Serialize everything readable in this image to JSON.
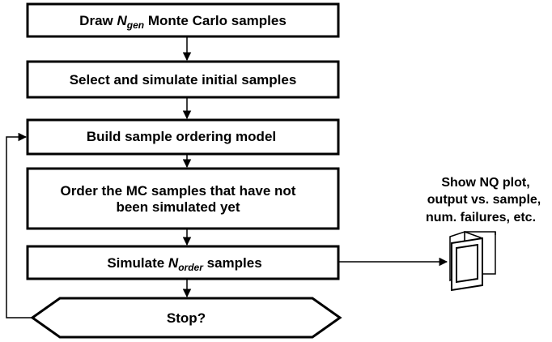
{
  "steps": {
    "draw": {
      "prefix": "Draw ",
      "var": "N",
      "sub": "gen",
      "suffix": " Monte Carlo samples"
    },
    "select": {
      "label": "Select and simulate initial samples"
    },
    "build": {
      "label": "Build sample ordering model"
    },
    "order": {
      "line1": "Order the MC samples that have not",
      "line2": "been simulated yet"
    },
    "simulate": {
      "prefix": "Simulate ",
      "var": "N",
      "sub": "order",
      "suffix": " samples"
    },
    "stop": {
      "label": "Stop?"
    }
  },
  "display_note": {
    "line1": "Show NQ plot,",
    "line2": "output vs. sample,",
    "line3": "num. failures, etc."
  },
  "icons": {
    "display": "monitor-icon"
  }
}
